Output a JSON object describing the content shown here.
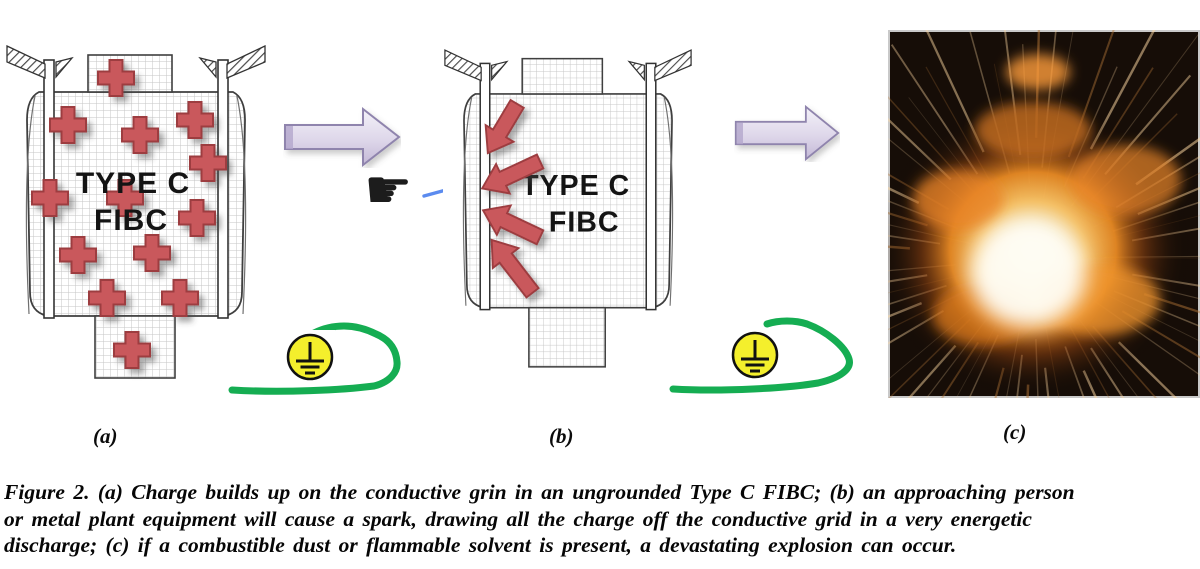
{
  "figure": {
    "panel_a": {
      "label": "(a)"
    },
    "panel_b": {
      "label": "(b)"
    },
    "panel_c": {
      "label": "(c)"
    },
    "caption": {
      "line1": "Figure 2. (a) Charge builds up on the conductive grin in an ungrounded Type C FIBC; (b) an approaching person",
      "line2": "or metal plant equipment will cause a spark, drawing all the charge off the conductive grid in a very energetic",
      "line3": "discharge; (c) if a combustible dust or flammable solvent is present, a devastating explosion can occur."
    }
  },
  "bag": {
    "line1": "TYPE C",
    "line2": "FIBC"
  },
  "icons": {
    "pointing_hand": "☛"
  },
  "colors": {
    "charge_red": "#c9585c",
    "charge_red_outline": "#9d3c40",
    "process_arrow_lavender": "#d9d2e6",
    "ground_wire_green": "#15ad52",
    "ground_symbol_yellow": "#f4ef2c",
    "spark_blue": "#5b8bef",
    "explosion_core": "#fff8e7",
    "explosion_orange": "#f08a1d"
  }
}
